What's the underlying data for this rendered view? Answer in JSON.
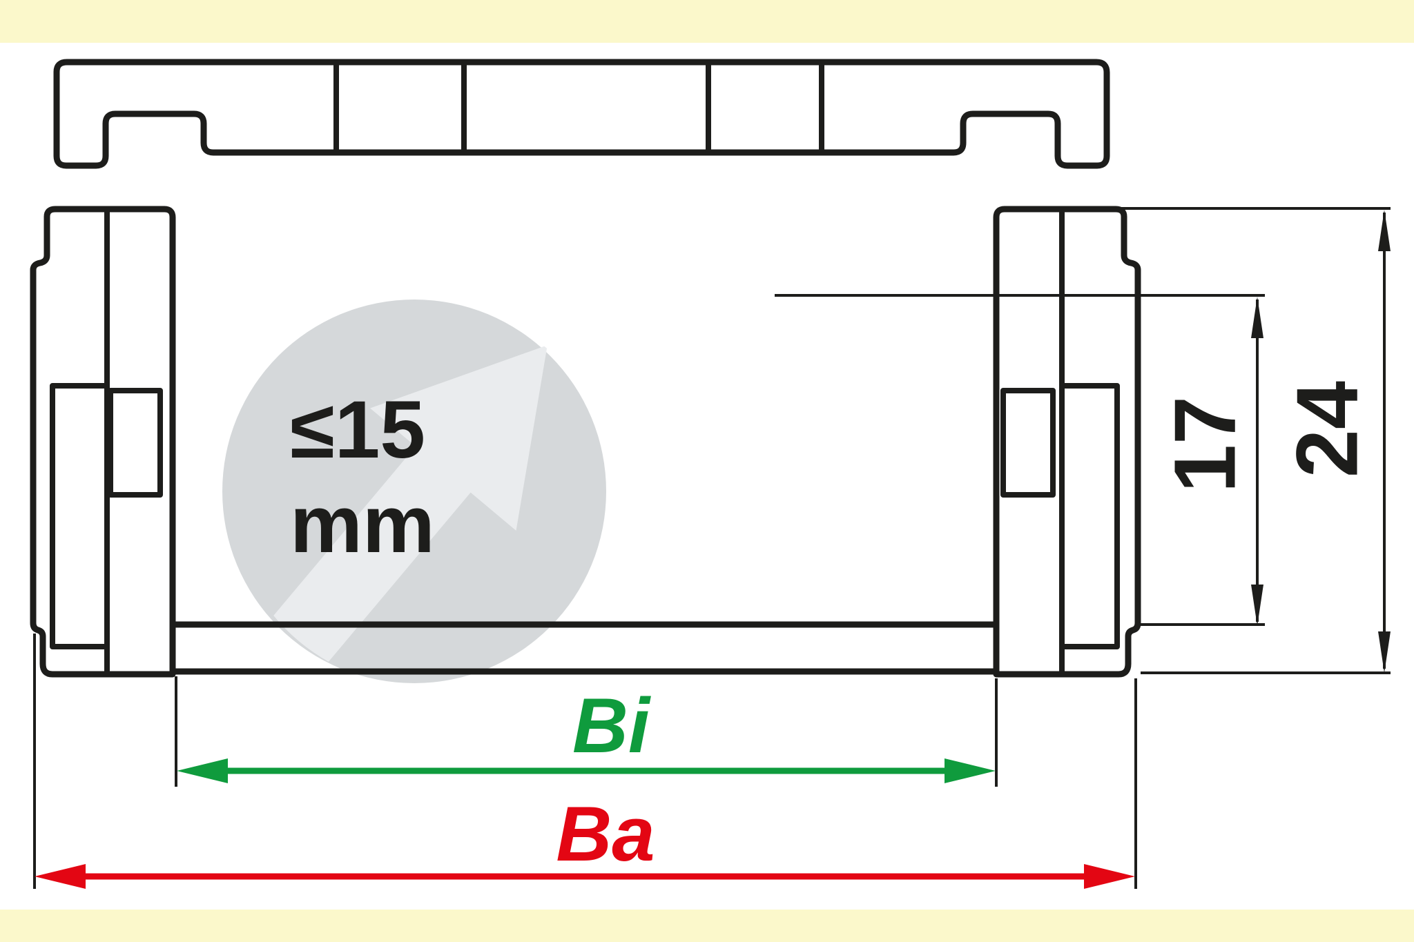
{
  "colors": {
    "background": "#ffffff",
    "band": "#fbf8cb",
    "line": "#1d1d1b",
    "green": "#0f9b3d",
    "red": "#e30613",
    "circle": "#d5d8da",
    "watermark_arrow": "#eaecee"
  },
  "watermark": {
    "line1": "≤15",
    "line2": "mm"
  },
  "dimensions": {
    "inner_width": {
      "label": "Bi"
    },
    "outer_width": {
      "label": "Ba"
    },
    "inner_height": {
      "label": "17"
    },
    "outer_height": {
      "label": "24"
    }
  }
}
